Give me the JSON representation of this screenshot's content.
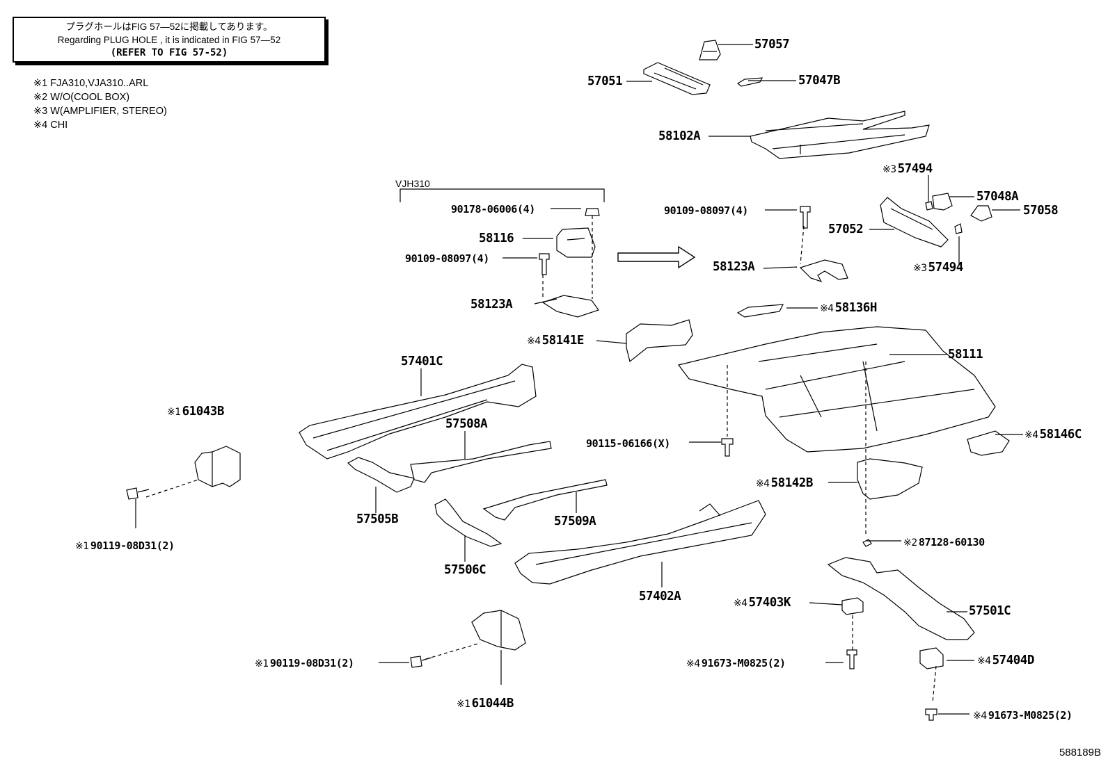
{
  "note": {
    "line1": "プラグホールはFIG 57—52に掲載してあります。",
    "line2": "Regarding PLUG HOLE , it is indicated in FIG 57—52",
    "line3": "(REFER TO FIG 57-52)"
  },
  "legend": [
    "※1 FJA310,VJA310..ARL",
    "※2 W/O(COOL BOX)",
    "※3 W(AMPLIFIER, STEREO)",
    "※4 CHI"
  ],
  "vjh_group_label": "VJH310",
  "figure_number": "588189B",
  "labels": {
    "p57057": "57057",
    "p57051": "57051",
    "p57047B": "57047B",
    "p58102A": "58102A",
    "p57494_top": "57494",
    "p57048A": "57048A",
    "p57058": "57058",
    "p57052": "57052",
    "p57494_bot": "57494",
    "p90178": "90178-06006(4)",
    "p58116": "58116",
    "p90109_left": "90109-08097(4)",
    "p58123A_left": "58123A",
    "p90109_right": "90109-08097(4)",
    "p58123A_right": "58123A",
    "p58136H": "58136H",
    "p58141E": "58141E",
    "p58111": "58111",
    "p57401C": "57401C",
    "p61043B": "61043B",
    "p57508A": "57508A",
    "p90115": "90115-06166(X)",
    "p58146C": "58146C",
    "p58142B": "58142B",
    "p90119_a": "90119-08D31(2)",
    "p57505B": "57505B",
    "p57509A": "57509A",
    "p87128": "87128-60130",
    "p57506C": "57506C",
    "p57402A": "57402A",
    "p57403K": "57403K",
    "p57501C": "57501C",
    "p91673_a": "91673-M0825(2)",
    "p57404D": "57404D",
    "p90119_b": "90119-08D31(2)",
    "p61044B": "61044B",
    "p91673_b": "91673-M0825(2)"
  },
  "marks": {
    "m1": "※1",
    "m2": "※2",
    "m3": "※3",
    "m4": "※4"
  }
}
